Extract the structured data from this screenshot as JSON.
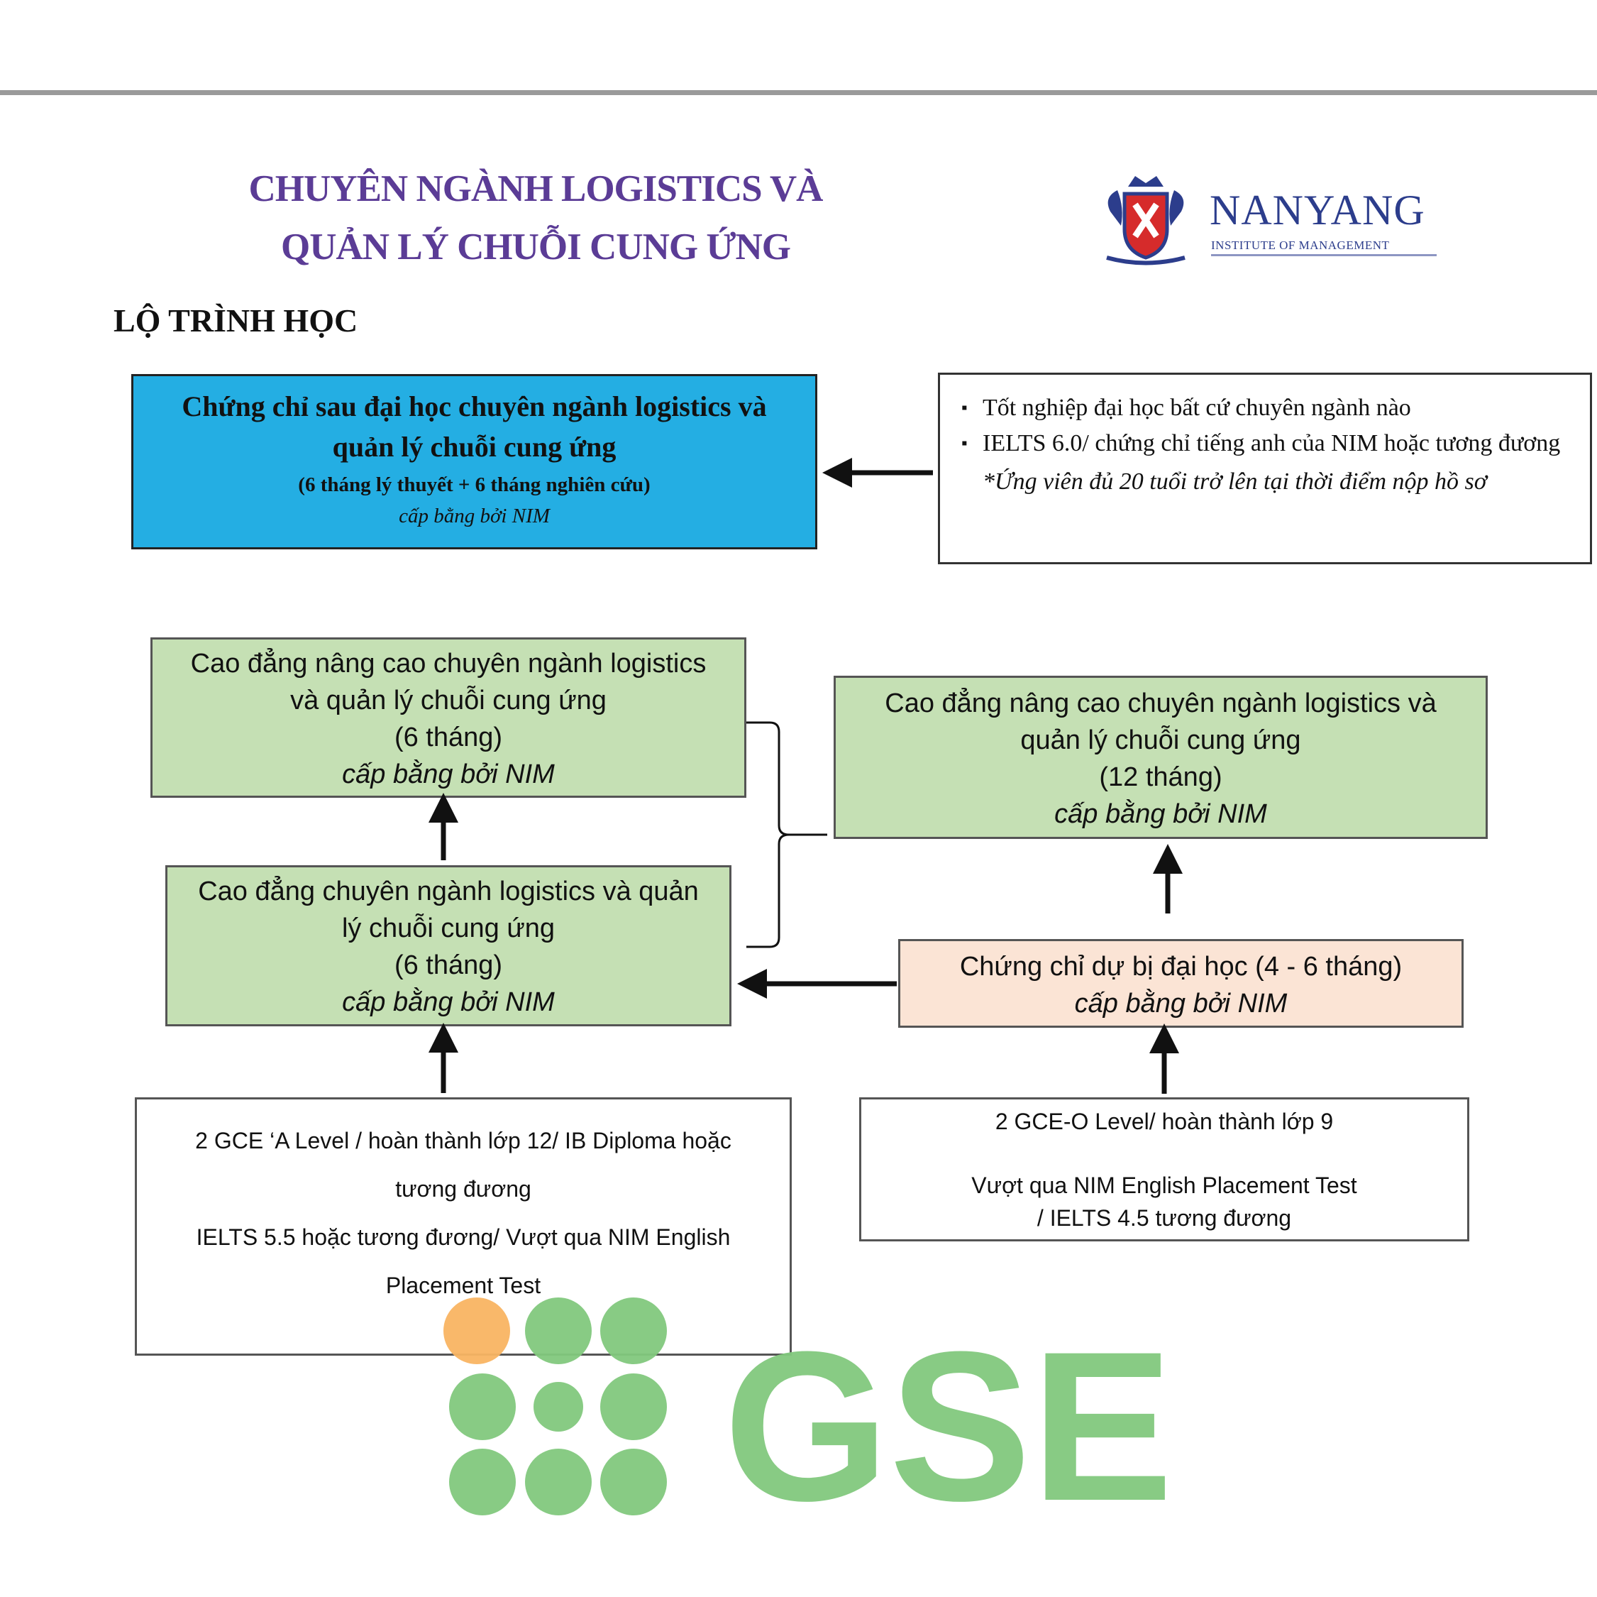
{
  "title": {
    "line1": "CHUYÊN NGÀNH LOGISTICS VÀ",
    "line2": "QUẢN LÝ CHUỖI CUNG ỨNG"
  },
  "logo": {
    "name": "NANYANG",
    "subtitle": "INSTITUTE OF MANAGEMENT",
    "crest_icon": "crest-icon",
    "colors": {
      "navy": "#2c3d8c",
      "red": "#d62b2b"
    }
  },
  "heading": "LỘ TRÌNH HỌC",
  "boxes": {
    "postgrad": {
      "line1": "Chứng chỉ sau đại học chuyên ngành logistics và quản lý chuỗi cung ứng",
      "line2": "(6 tháng lý thuyết + 6 tháng nghiên cứu)",
      "line3": "cấp bằng bởi NIM",
      "color": "#24aee3"
    },
    "postgrad_requirements": {
      "items": [
        "Tốt nghiệp đại học bất cứ chuyên ngành nào",
        "IELTS 6.0/ chứng chỉ tiếng anh của NIM hoặc tương đương"
      ],
      "note": "*Ứng viên đủ 20 tuổi trở lên tại thời điểm nộp hồ sơ"
    },
    "advanced_diploma_6": {
      "line1": "Cao đẳng nâng cao chuyên ngành logistics",
      "line2": "và quản lý chuỗi cung ứng",
      "line3": "(6 tháng)",
      "line4": "cấp bằng bởi NIM",
      "color": "#c5e0b4"
    },
    "advanced_diploma_12": {
      "line1": "Cao đẳng nâng cao chuyên ngành logistics và",
      "line2": "quản lý chuỗi cung ứng",
      "line3": "(12 tháng)",
      "line4": "cấp bằng bởi NIM",
      "color": "#c5e0b4"
    },
    "diploma": {
      "line1": "Cao đẳng chuyên ngành logistics và quản",
      "line2": "lý chuỗi cung ứng",
      "line3": "(6 tháng)",
      "line4": "cấp bằng bởi NIM",
      "color": "#c5e0b4"
    },
    "foundation": {
      "line1": "Chứng chỉ dự bị đại học (4 - 6 tháng)",
      "line2": "cấp bằng bởi NIM",
      "color": "#fbe4d5"
    },
    "diploma_requirements": {
      "line1": "2 GCE ‘A Level / hoàn thành lớp 12/ IB Diploma hoặc",
      "line2": "tương đương",
      "line3": "IELTS 5.5 hoặc tương đương/ Vượt qua NIM English",
      "line4": "Placement Test"
    },
    "foundation_requirements": {
      "line1": "2 GCE-O Level/ hoàn thành lớp 9",
      "line2": "Vượt qua NIM English Placement Test",
      "line3": "/ IELTS 4.5 tương đương"
    }
  },
  "watermark": {
    "text": "GSE",
    "color": "#82c97e",
    "accent": "#f9b563"
  }
}
